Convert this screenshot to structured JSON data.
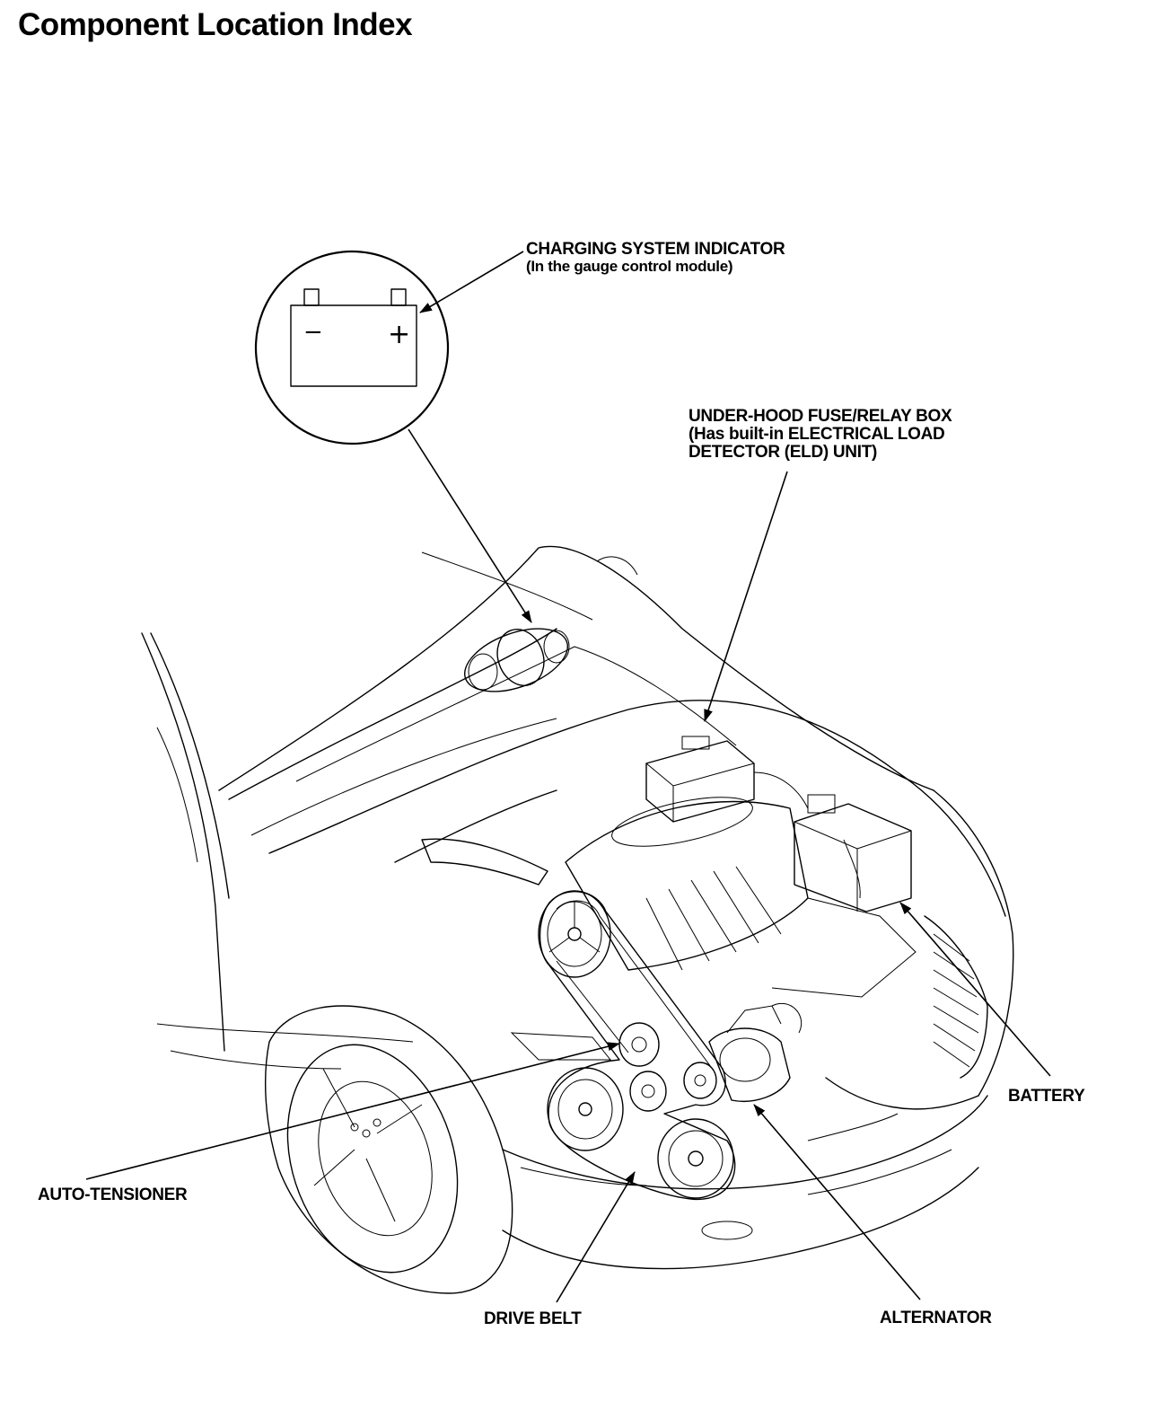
{
  "title": "Component Location Index",
  "callouts": {
    "charging_indicator": [
      "CHARGING SYSTEM INDICATOR",
      "(In the gauge control module)"
    ],
    "fuse_box": [
      "UNDER-HOOD FUSE/RELAY BOX",
      "(Has built-in ELECTRICAL LOAD",
      "DETECTOR (ELD) UNIT)"
    ],
    "battery": "BATTERY",
    "auto_tensioner": "AUTO-TENSIONER",
    "drive_belt": "DRIVE BELT",
    "alternator": "ALTERNATOR"
  },
  "inset_symbols": {
    "minus": "−",
    "plus": "+"
  }
}
